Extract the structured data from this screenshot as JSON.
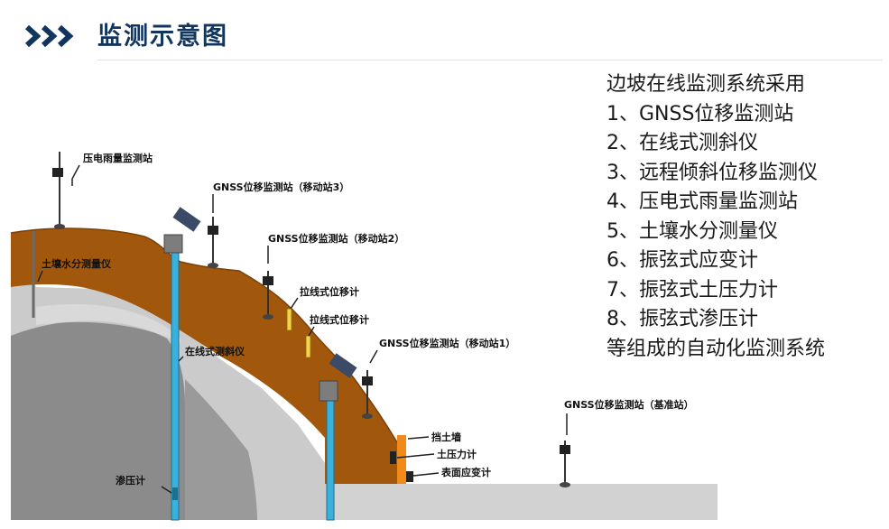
{
  "header": {
    "title": "监测示意图",
    "title_color": "#12355e"
  },
  "diagram": {
    "labels": {
      "rain_gauge": "压电雨量监测站",
      "soil_moisture": "土壤水分测量仪",
      "gnss_mobile3": "GNSS位移监测站（移动站3）",
      "gnss_mobile2": "GNSS位移监测站（移动站2）",
      "wire_disp1": "拉线式位移计",
      "wire_disp2": "拉线式位移计",
      "gnss_mobile1": "GNSS位移监测站（移动站1）",
      "inclinometer": "在线式测斜仪",
      "gnss_base": "GNSS位移监测站（基准站）",
      "retaining_wall": "挡土墙",
      "earth_pressure": "土压力计",
      "surface_strain": "表面应变计",
      "piezometer": "渗压计"
    },
    "colors": {
      "soil_brown": "#a2580c",
      "gray_layer": "#c9c9c9",
      "rock_dark": "#8b8b8b",
      "wall_orange": "#f08a1a",
      "inclinometer_blue": "#3ab0da"
    }
  },
  "legend": {
    "intro": "边坡在线监测系统采用",
    "items": [
      "1、GNSS位移监测站",
      "2、在线式测斜仪",
      "3、远程倾斜位移监测仪",
      "4、压电式雨量监测站",
      "5、土壤水分测量仪",
      "6、振弦式应变计",
      "7、振弦式土压力计",
      "8、振弦式渗压计"
    ],
    "outro": "等组成的自动化监测系统"
  }
}
